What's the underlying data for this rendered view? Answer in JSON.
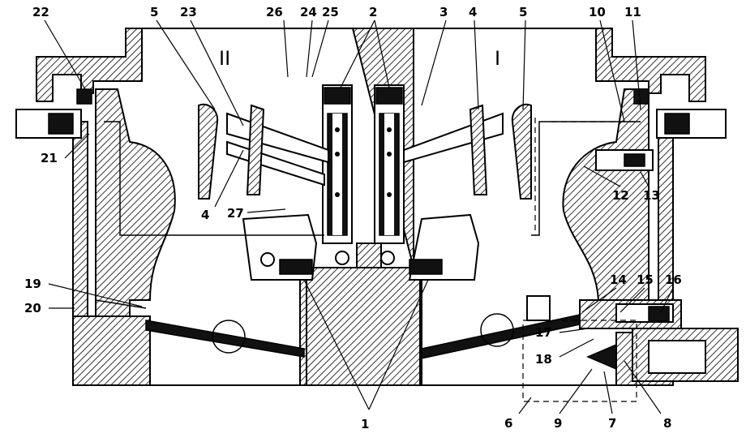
{
  "figure": {
    "chamber_labels": [
      "II",
      "I"
    ],
    "callouts": [
      "1",
      "2",
      "3",
      "4",
      "5",
      "6",
      "7",
      "8",
      "9",
      "10",
      "11",
      "12",
      "13",
      "14",
      "15",
      "16",
      "17",
      "18",
      "19",
      "20",
      "21",
      "22",
      "23",
      "24",
      "25",
      "26",
      "27"
    ]
  }
}
